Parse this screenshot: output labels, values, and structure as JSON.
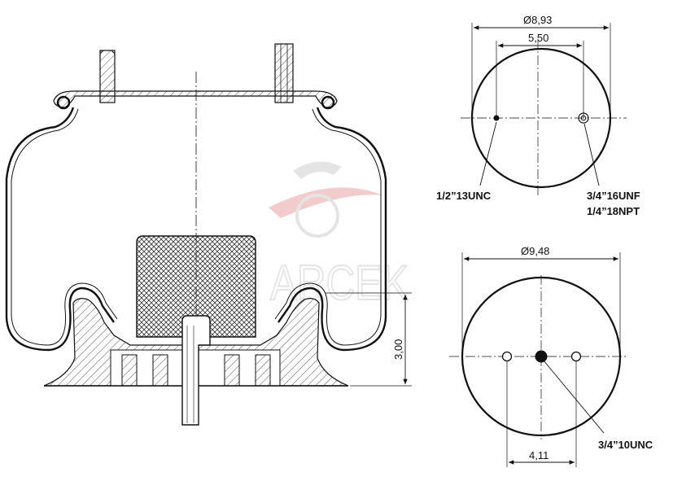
{
  "watermark": {
    "text": "ARCEK"
  },
  "side_view": {
    "height_dim": "3,00"
  },
  "top_view": {
    "outer_diameter": "Ø8,93",
    "bolt_spacing": "5,50",
    "callout_left": "1/2”13UNC",
    "callout_right_1": "3/4”16UNF",
    "callout_right_2": "1/4”18NPT"
  },
  "bottom_view": {
    "outer_diameter": "Ø9,48",
    "bolt_spacing": "4,11",
    "callout_center": "3/4”10UNC"
  },
  "colors": {
    "line": "#111111",
    "hatch": "#555555",
    "watermark_red": "#e8a4a4",
    "watermark_gray": "#cfcfcf"
  }
}
